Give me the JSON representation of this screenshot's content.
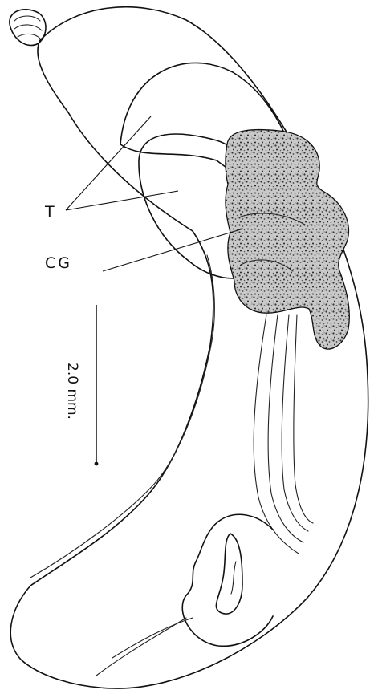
{
  "figure": {
    "labels": {
      "testes": "T",
      "cement_gland": "CG"
    },
    "scale_bar": {
      "text": "2.0 mm."
    }
  }
}
